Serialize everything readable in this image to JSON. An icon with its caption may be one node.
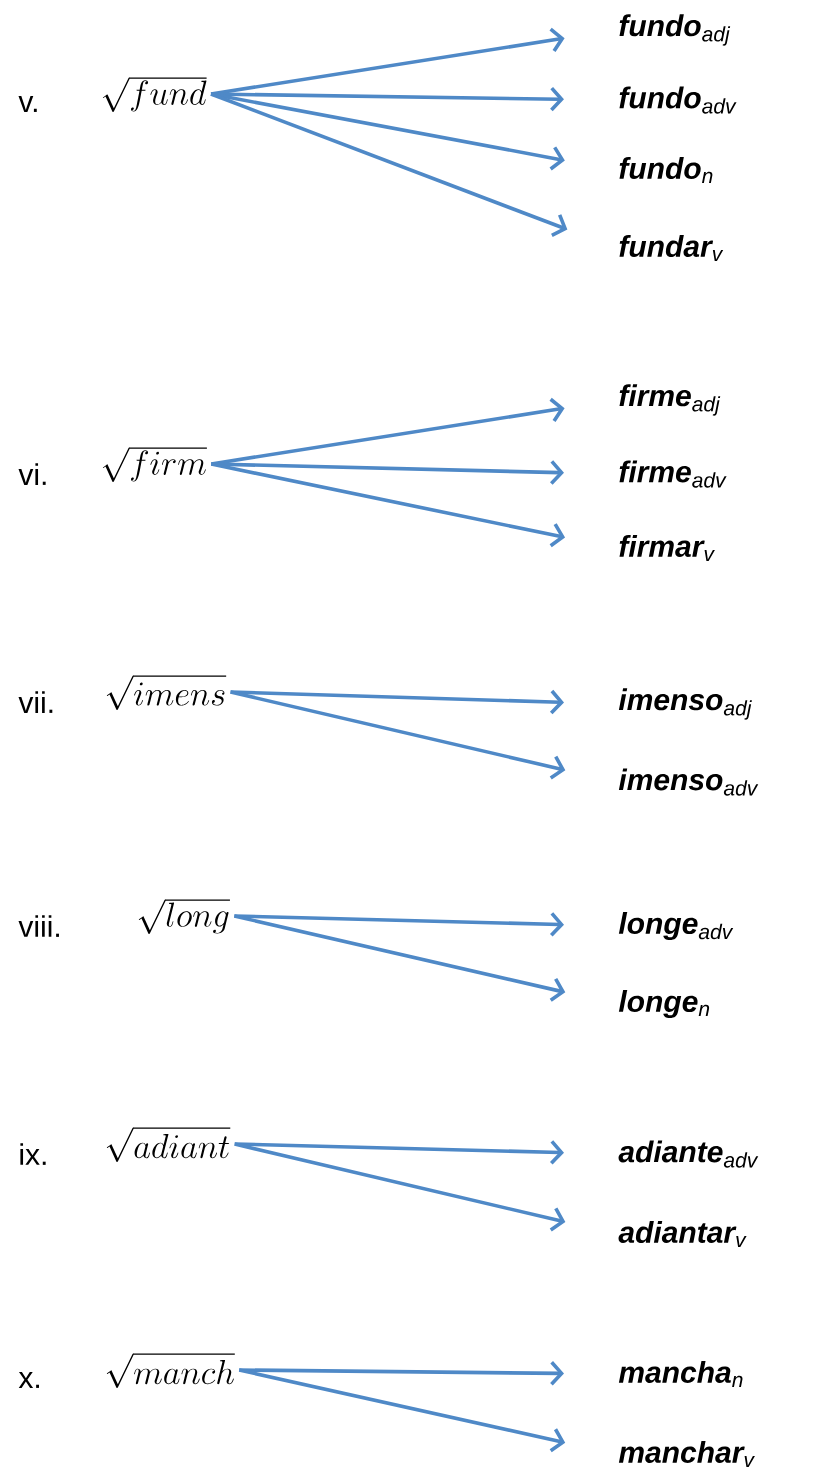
{
  "diagram": {
    "nodes": [
      {
        "text": [
          "\\sqrt{fund}"
        ],
        "beside": [
          "v."
        ]
      },
      {
        "text": [
          "**fundo**$_{adj}$"
        ]
      },
      {
        "text": [
          "**fundo**$_{adv}$"
        ]
      },
      {
        "text": [
          "**fundo**$_{n}$"
        ]
      },
      {
        "text": [
          "**fundar**$_{v}$"
        ]
      },
      {
        "text": [
          "\\sqrt{firm}"
        ],
        "beside": [
          "vi."
        ]
      },
      {
        "text": [
          "**firme**$_{adj}$"
        ]
      },
      {
        "text": [
          "**firme**$_{adv}$"
        ]
      },
      {
        "text": [
          "**firmar**$_{v}$"
        ]
      },
      {
        "text": [
          "\\sqrt{imens}"
        ],
        "beside": [
          "vii."
        ]
      },
      {
        "text": [
          "**imenso**$_{adj}$"
        ]
      },
      {
        "text": [
          "**imenso**$_{adv}$"
        ]
      },
      {
        "text": [
          "\\sqrt{long}"
        ],
        "beside": [
          "viii."
        ]
      },
      {
        "text": [
          "**longe**$_{adv}$"
        ]
      },
      {
        "text": [
          "**longe**$_{n}$"
        ]
      },
      {
        "text": [
          "\\sqrt{adiant}"
        ],
        "beside": [
          "ix."
        ]
      },
      {
        "text": [
          "**adiante**$_{adv}$"
        ]
      },
      {
        "text": [
          "**adiantar**$_{v}$"
        ]
      },
      {
        "text": [
          "\\sqrt{manch}"
        ],
        "beside": [
          "x."
        ]
      },
      {
        "text": [
          "**mancha**$_{n}$"
        ]
      },
      {
        "text": [
          "**manchar**$_{v}$"
        ]
      }
    ],
    "edges": [
      {
        "from": 0,
        "to": 1,
        "arrow": "to"
      },
      {
        "from": 0,
        "to": 2,
        "arrow": "to"
      },
      {
        "from": 0,
        "to": 3,
        "arrow": "to"
      },
      {
        "from": 0,
        "to": 4,
        "arrow": "to"
      },
      {
        "from": 5,
        "to": 6,
        "arrow": "to"
      },
      {
        "from": 5,
        "to": 7,
        "arrow": "to"
      },
      {
        "from": 5,
        "to": 8,
        "arrow": "to"
      },
      {
        "from": 9,
        "to": 10,
        "arrow": "to"
      },
      {
        "from": 9,
        "to": 11,
        "arrow": "to"
      },
      {
        "from": 12,
        "to": 13,
        "arrow": "to"
      },
      {
        "from": 12,
        "to": 14,
        "arrow": "to"
      },
      {
        "from": 15,
        "to": 16,
        "arrow": "to"
      },
      {
        "from": 15,
        "to": 17,
        "arrow": "to"
      },
      {
        "from": 18,
        "to": 19,
        "arrow": "to"
      },
      {
        "from": 18,
        "to": 20,
        "arrow": "to"
      }
    ]
  }
}
